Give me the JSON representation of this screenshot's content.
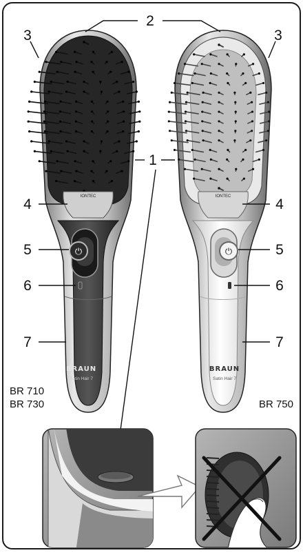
{
  "labels": {
    "n1": "1",
    "n2": "2",
    "n3": "3",
    "n4": "4",
    "n5": "5",
    "n6": "6",
    "n7": "7"
  },
  "brush": {
    "brand": "BRAUN",
    "model_line": "Satin Hair 7",
    "iontec": "IONTEC",
    "power_symbol": "⏻"
  },
  "models": {
    "left_line1": "BR 710",
    "left_line2": "BR 730",
    "right": "BR 750"
  },
  "icons": [
    "power-icon",
    "cross-mark-icon",
    "arrow-right-icon"
  ],
  "colors": {
    "dark_brush": "#3d3d3d",
    "light_brush": "#f2f2f2",
    "frame": "#1a1a1a",
    "panel_bg": "#9a9a9a"
  }
}
